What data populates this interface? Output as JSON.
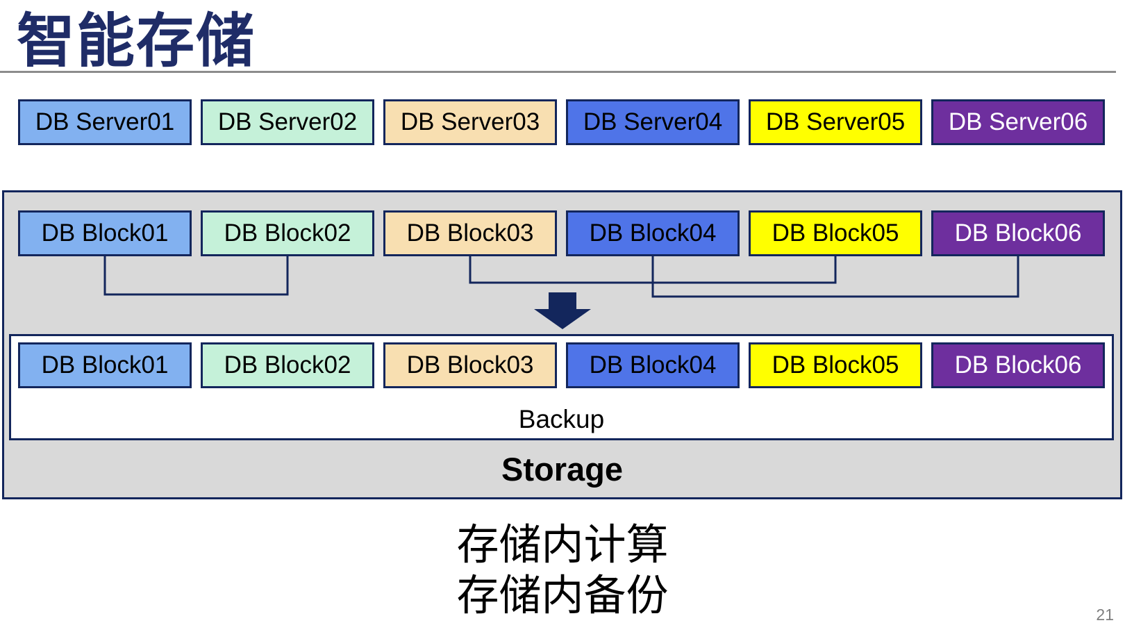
{
  "title": "智能存储",
  "colors": {
    "title_navy": "#1F2C67",
    "border_navy": "#13265C",
    "connector_navy": "#13265C",
    "arrow_navy": "#13265C",
    "container_gray": "#D9D9D9",
    "rule_gray": "#8C8C8C",
    "page_number_gray": "#7F7F7F"
  },
  "server_row": {
    "items": [
      {
        "label": "DB Server01",
        "bg": "#82B1F0",
        "fg": "#000000"
      },
      {
        "label": "DB Server02",
        "bg": "#C5F1D9",
        "fg": "#000000"
      },
      {
        "label": "DB Server03",
        "bg": "#F8DFB1",
        "fg": "#000000"
      },
      {
        "label": "DB Server04",
        "bg": "#4F74E8",
        "fg": "#000000"
      },
      {
        "label": "DB Server05",
        "bg": "#FFFF00",
        "fg": "#000000"
      },
      {
        "label": "DB Server06",
        "bg": "#6E2F9E",
        "fg": "#FFFFFF"
      }
    ]
  },
  "storage_container": {
    "label": "Storage",
    "backup_label": "Backup",
    "block_row_top": {
      "items": [
        {
          "label": "DB Block01",
          "bg": "#82B1F0",
          "fg": "#000000"
        },
        {
          "label": "DB Block02",
          "bg": "#C5F1D9",
          "fg": "#000000"
        },
        {
          "label": "DB Block03",
          "bg": "#F8DFB1",
          "fg": "#000000"
        },
        {
          "label": "DB Block04",
          "bg": "#4F74E8",
          "fg": "#000000"
        },
        {
          "label": "DB Block05",
          "bg": "#FFFF00",
          "fg": "#000000"
        },
        {
          "label": "DB Block06",
          "bg": "#6E2F9E",
          "fg": "#FFFFFF"
        }
      ]
    },
    "block_row_bottom": {
      "items": [
        {
          "label": "DB Block01",
          "bg": "#82B1F0",
          "fg": "#000000"
        },
        {
          "label": "DB Block02",
          "bg": "#C5F1D9",
          "fg": "#000000"
        },
        {
          "label": "DB Block03",
          "bg": "#F8DFB1",
          "fg": "#000000"
        },
        {
          "label": "DB Block04",
          "bg": "#4F74E8",
          "fg": "#000000"
        },
        {
          "label": "DB Block05",
          "bg": "#FFFF00",
          "fg": "#000000"
        },
        {
          "label": "DB Block06",
          "bg": "#6E2F9E",
          "fg": "#FFFFFF"
        }
      ]
    }
  },
  "caption": {
    "line1": "存储内计算",
    "line2": "存储内备份"
  },
  "page_number": "21"
}
